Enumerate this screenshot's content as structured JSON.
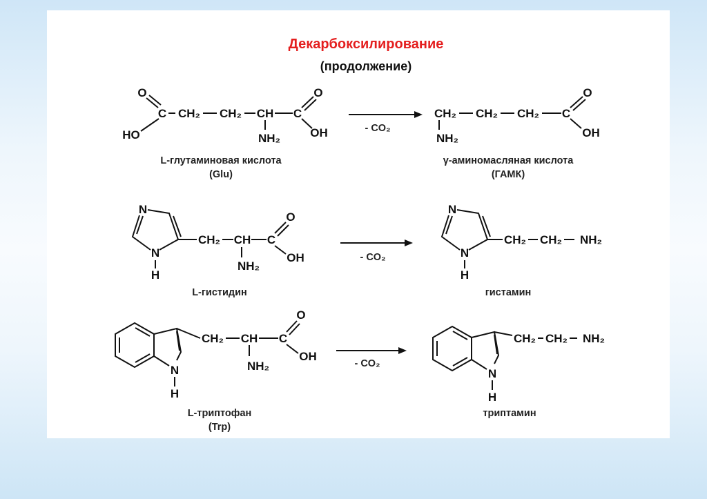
{
  "title": "Декарбоксилирование",
  "subtitle": "(продолжение)",
  "reaction_label": "- CO₂",
  "reactions": [
    {
      "substrate": {
        "name": "L-глутаминовая кислота",
        "abbr": "(Glu)"
      },
      "product": {
        "name": "γ-аминомасляная кислота",
        "abbr": "(ГАМК)"
      }
    },
    {
      "substrate": {
        "name": "L-гистидин"
      },
      "product": {
        "name": "гистамин"
      }
    },
    {
      "substrate": {
        "name": "L-триптофан",
        "abbr": "(Trp)"
      },
      "product": {
        "name": "триптамин"
      }
    }
  ],
  "atoms": {
    "O": "O",
    "C": "C",
    "CH": "CH",
    "CH2": "CH₂",
    "NH2": "NH₂",
    "OH": "OH",
    "HO": "HO",
    "N": "N",
    "H": "H"
  },
  "colors": {
    "title": "#e41e1e",
    "text": "#111111"
  }
}
